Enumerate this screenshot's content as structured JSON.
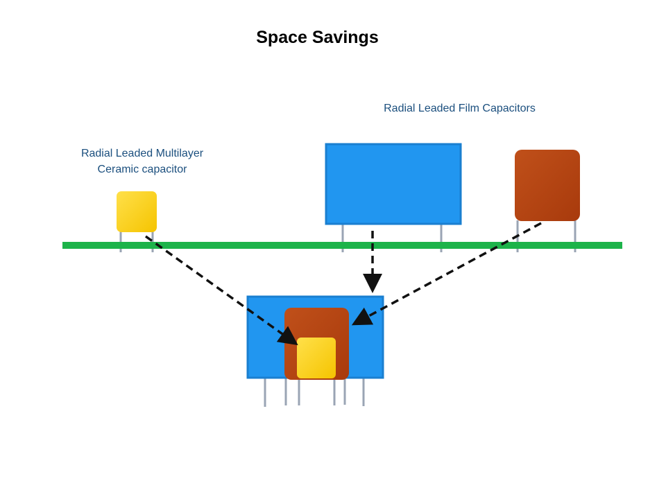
{
  "title": "Space Savings",
  "labels": {
    "film": "Radial Leaded Film Capacitors",
    "mlcc_line1": "Radial Leaded Multilayer",
    "mlcc_line2": "Ceramic capacitor"
  },
  "colors": {
    "pcb": "#1db34a",
    "film_large": "#2196f0",
    "film_small": "#b5410f",
    "mlcc": "#ffd21a",
    "label_text": "#1b4f7e"
  }
}
